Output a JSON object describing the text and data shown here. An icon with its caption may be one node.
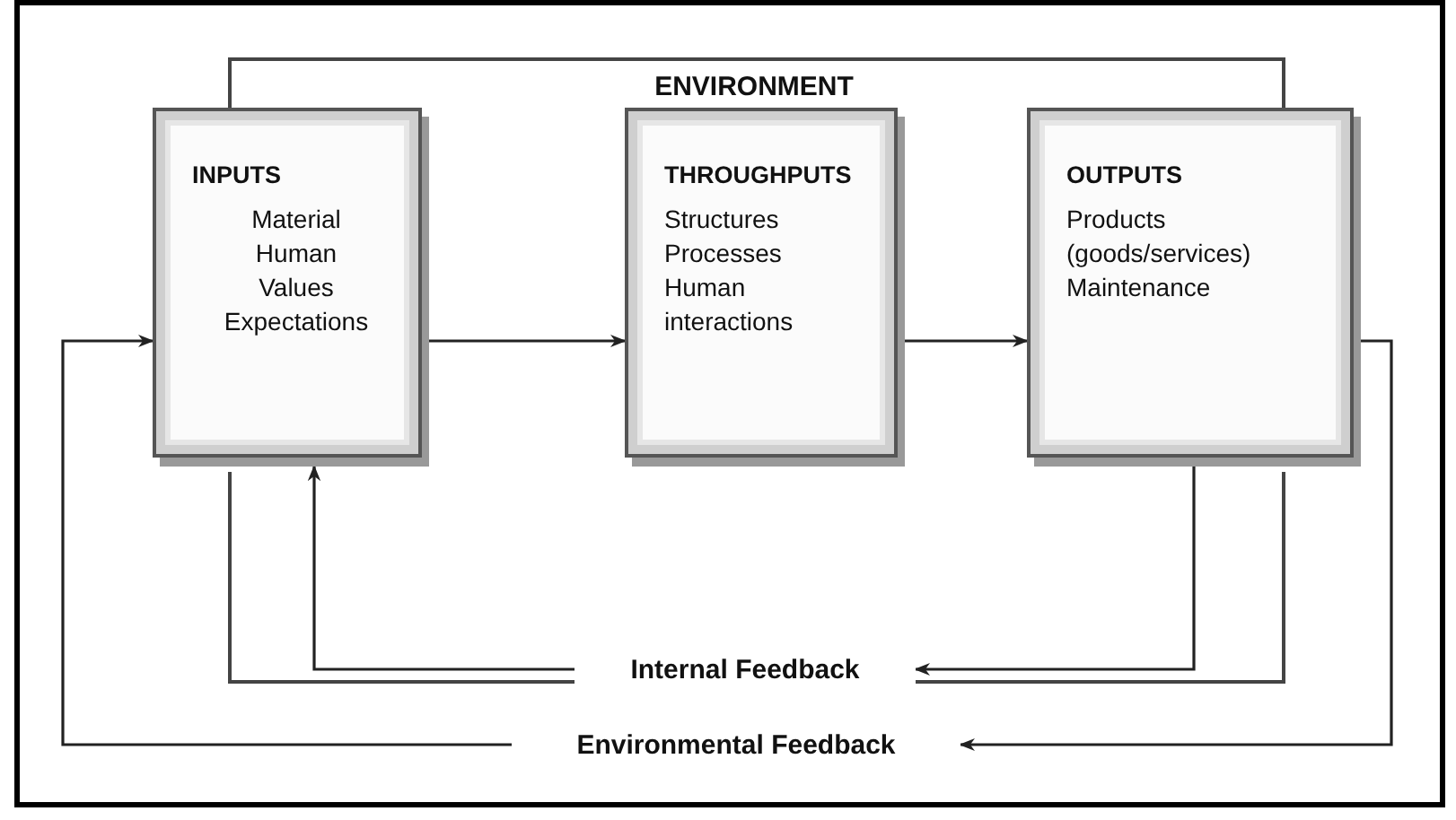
{
  "diagram": {
    "nodes": [
      {
        "text": [
          "ENVIRONMENT"
        ]
      },
      {
        "text": [
          "INPUTS",
          "Material",
          "Human",
          "Values",
          "Expectations"
        ]
      },
      {
        "text": [
          "THROUGHPUTS",
          "Structures",
          "Processes",
          "Human interactions"
        ]
      },
      {
        "text": [
          "OUTPUTS",
          "Products (goods/services)",
          "Maintenance"
        ]
      },
      {
        "text": [
          "Internal Feedback"
        ]
      },
      {
        "text": [
          "Environmental Feedback"
        ]
      }
    ],
    "edges": [
      {
        "from": 1,
        "to": 2,
        "arrow": "to"
      },
      {
        "from": 2,
        "to": 3,
        "arrow": "to"
      },
      {
        "from": 3,
        "to": 4,
        "arrow": "to"
      },
      {
        "from": 4,
        "to": 1,
        "arrow": "to"
      },
      {
        "from": 3,
        "to": 5,
        "arrow": "to"
      },
      {
        "from": 5,
        "to": 1,
        "arrow": "to"
      }
    ]
  }
}
